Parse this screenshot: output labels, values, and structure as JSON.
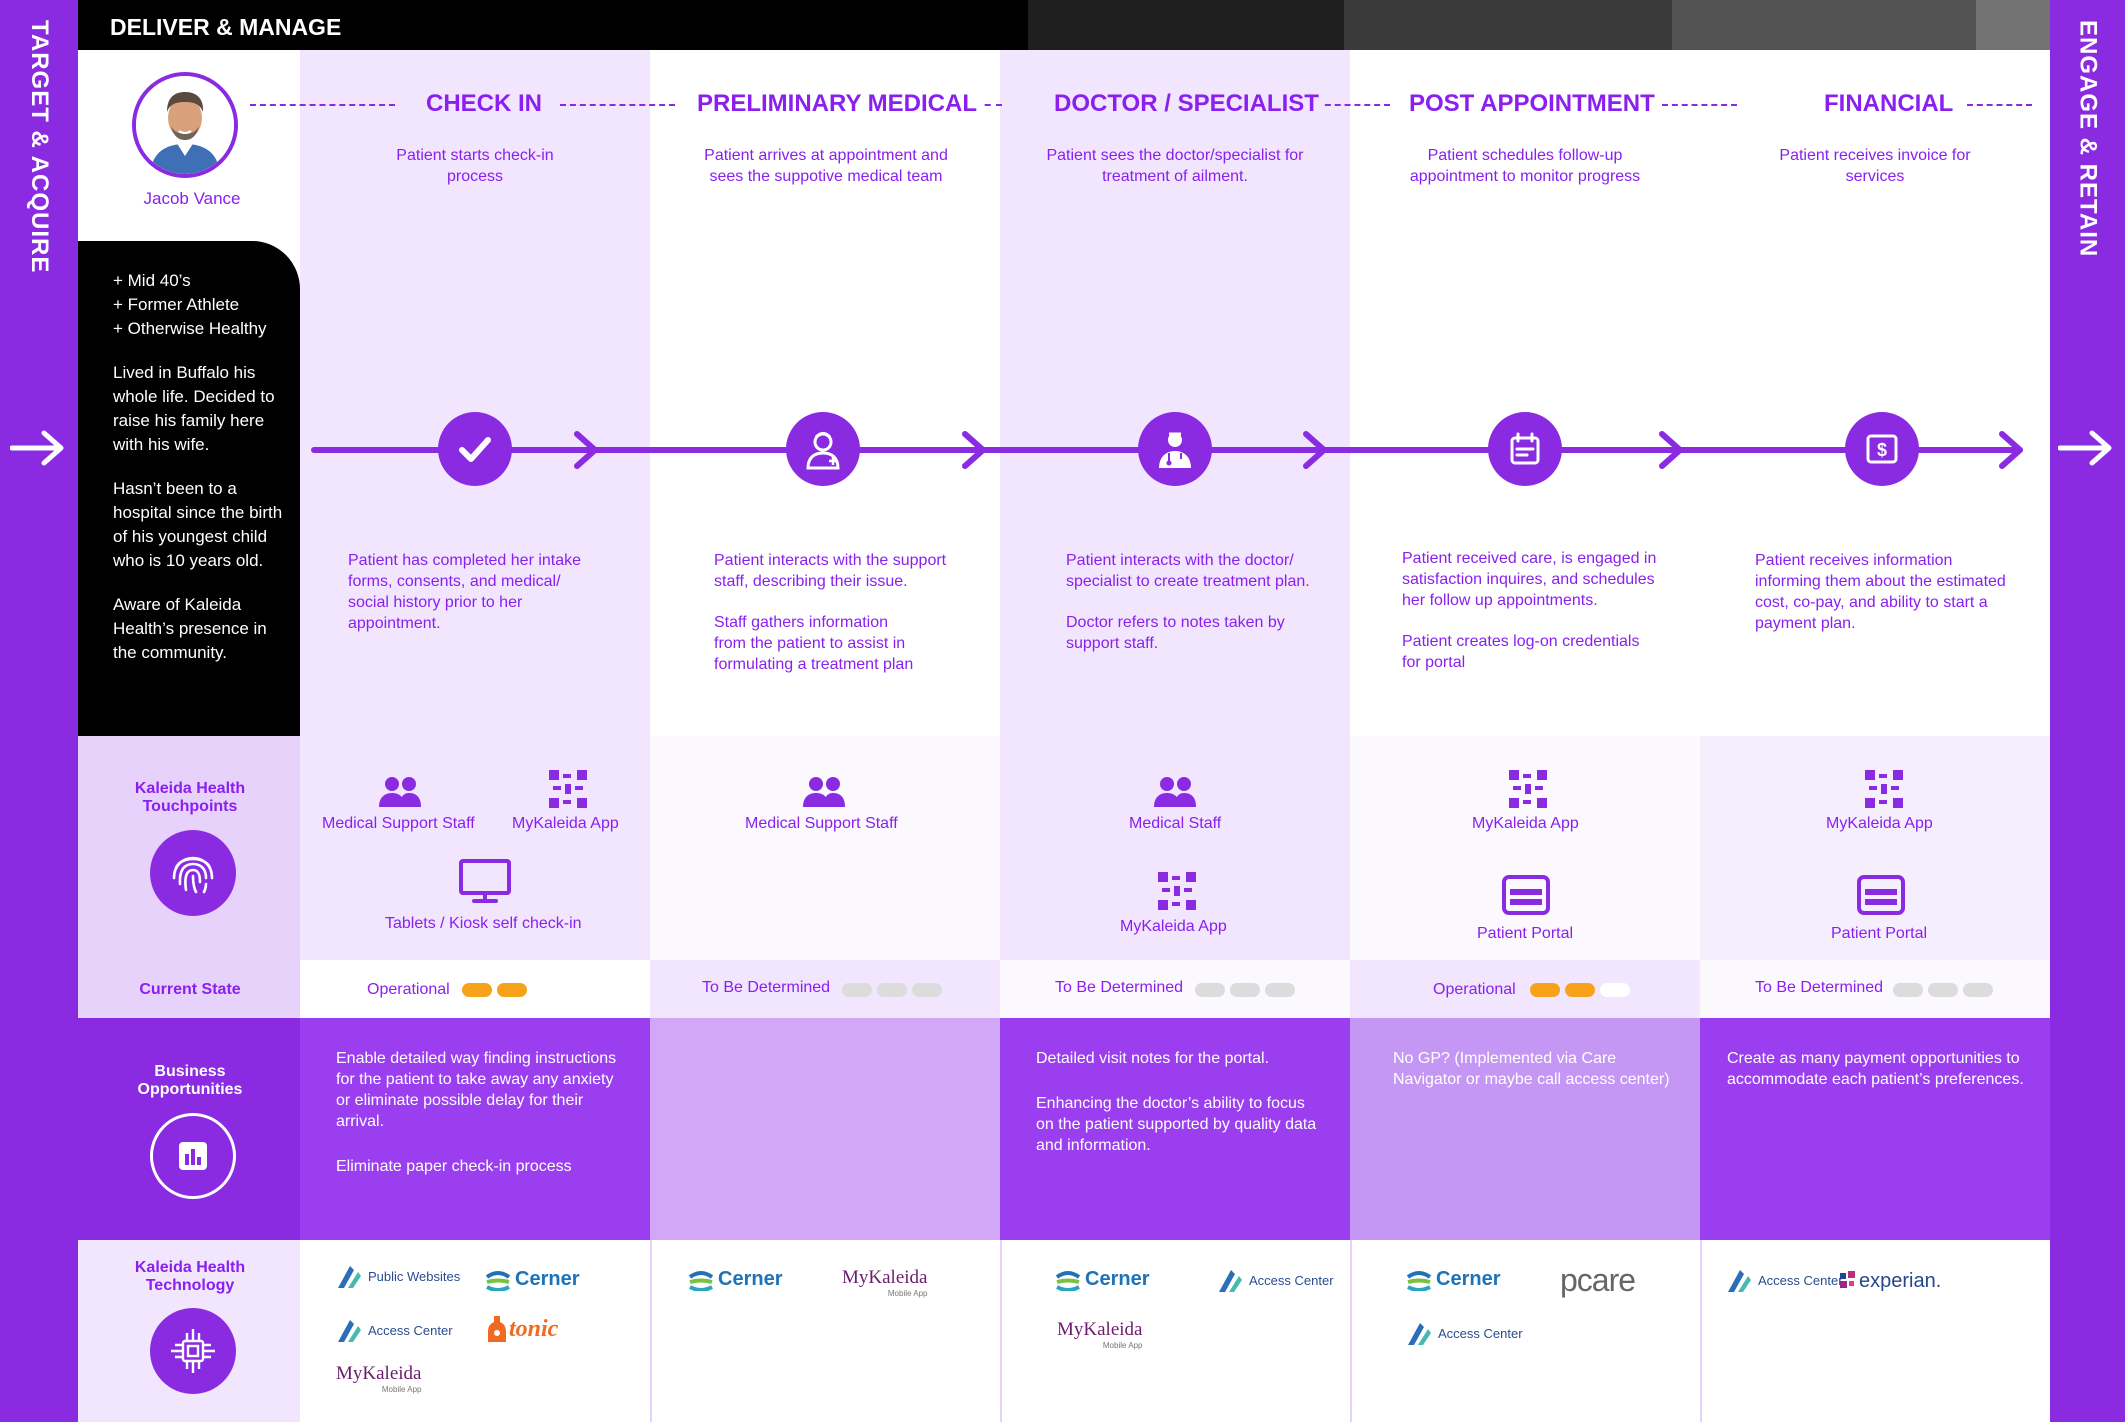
{
  "header": {
    "title": "DELIVER & MANAGE"
  },
  "side": {
    "left": "TARGET & ACQUIRE",
    "right": "ENGAGE & RETAIN"
  },
  "persona": {
    "name": "Jacob Vance",
    "traits": [
      "+ Mid 40’s",
      "+ Former Athlete",
      "+ Otherwise Healthy"
    ],
    "bio": [
      "Lived in Buffalo his whole life. Decided to raise his family here with his wife.",
      "Hasn’t been to a hospital since the birth of his youngest child who is 10 years old.",
      "Aware of Kaleida Health’s presence in the community."
    ]
  },
  "row_labels": {
    "touchpoints": "Kaleida Health Touchpoints",
    "current_state": "Current State",
    "opportunities": "Business Opportunities",
    "technology": "Kaleida Health Technology"
  },
  "stages": [
    {
      "title": "CHECK IN",
      "desc": "Patient starts check-in process",
      "icon": "check-icon",
      "notes": [
        "Patient has completed her intake forms, consents, and medical/ social history prior to her appointment."
      ],
      "touchpoints": [
        "Medical Support Staff",
        "MyKaleida App",
        "Tablets / Kiosk self check-in"
      ],
      "state": {
        "label": "Operational",
        "level": 2,
        "max": 3
      },
      "opportunities": [
        "Enable detailed way finding instructions for the patient to take away any anxiety or eliminate possible delay for their arrival.",
        "Eliminate paper check-in process"
      ],
      "tech": [
        "Public Websites",
        "Cerner",
        "Access Center",
        "tonic",
        "MyKaleida"
      ]
    },
    {
      "title": "PRELIMINARY MEDICAL",
      "desc": "Patient arrives at appointment and sees the suppotive medical team",
      "icon": "nurse-icon",
      "notes": [
        "Patient interacts with the support staff, describing their issue.",
        "Staff gathers information from the patient to assist in formulating a treatment plan"
      ],
      "touchpoints": [
        "Medical Support Staff"
      ],
      "state": {
        "label": "To Be Determined",
        "level": 0,
        "max": 3
      },
      "opportunities": [],
      "tech": [
        "Cerner",
        "MyKaleida"
      ]
    },
    {
      "title": "DOCTOR / SPECIALIST",
      "desc": "Patient sees the doctor/specialist for treatment of ailment.",
      "icon": "doctor-icon",
      "notes": [
        "Patient interacts with the doctor/ specialist to create treatment plan.",
        "Doctor refers to notes taken by support staff."
      ],
      "touchpoints": [
        "Medical Staff",
        "MyKaleida App"
      ],
      "state": {
        "label": "To Be Determined",
        "level": 0,
        "max": 3
      },
      "opportunities": [
        "Detailed visit notes for the portal.",
        "Enhancing the doctor’s ability to focus on the patient supported by quality data and information."
      ],
      "tech": [
        "Cerner",
        "Access Center",
        "MyKaleida"
      ]
    },
    {
      "title": "POST APPOINTMENT",
      "desc": "Patient schedules follow-up appointment to monitor progress",
      "icon": "calendar-icon",
      "notes": [
        "Patient received care, is engaged in satisfaction inquires, and schedules her follow up appointments.",
        "Patient creates log-on credentials for portal"
      ],
      "touchpoints": [
        "MyKaleida App",
        "Patient Portal"
      ],
      "state": {
        "label": "Operational",
        "level": 2,
        "max": 3
      },
      "opportunities": [
        "No GP? (Implemented via Care Navigator or maybe call access center)"
      ],
      "tech": [
        "Cerner",
        "pcare",
        "Access Center"
      ]
    },
    {
      "title": "FINANCIAL",
      "desc": "Patient receives invoice for services",
      "icon": "invoice-icon",
      "notes": [
        "Patient receives information informing them about the estimated cost, co-pay, and ability to start a payment plan."
      ],
      "touchpoints": [
        "MyKaleida App",
        "Patient Portal"
      ],
      "state": {
        "label": "To Be Determined",
        "level": 0,
        "max": 3
      },
      "opportunities": [
        "Create as many payment opportunities to accommodate each patient’s preferences."
      ],
      "tech": [
        "Access Center",
        "experian."
      ]
    }
  ],
  "colors": {
    "purple": "#8a2be2",
    "light_lavender": "#f1e6fd",
    "mid_lavender": "#e6d2fb",
    "opp_dark": "#9a3ef0",
    "opp_light": "#d3a7f7",
    "opp_mid": "#c597f5",
    "pill_on": "#f7a21b",
    "pill_off": "#dcdcdc",
    "cerner_blue": "#1e73b8",
    "tonic_orange": "#f26a21"
  }
}
